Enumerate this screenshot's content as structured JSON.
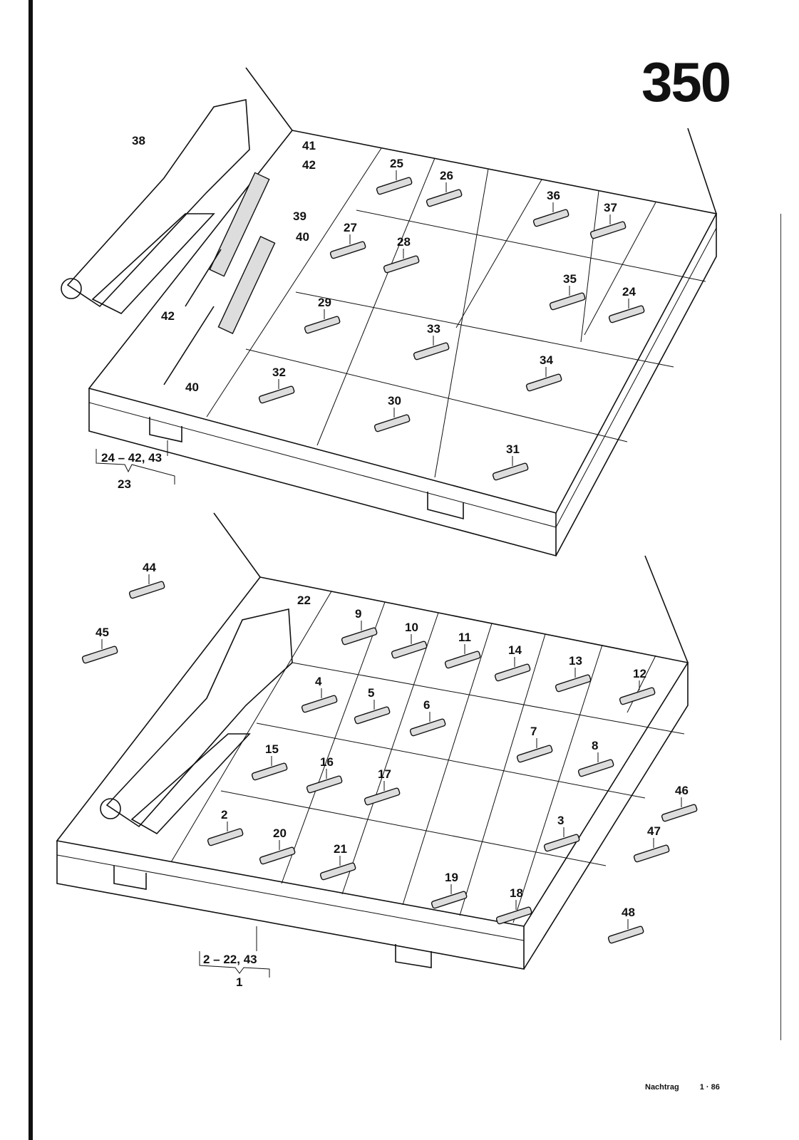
{
  "page_number": "350",
  "footer": {
    "note": "Nachtrag",
    "date": "1 · 86"
  },
  "top_tray": {
    "callouts": [
      "38",
      "41",
      "42",
      "25",
      "26",
      "36",
      "37",
      "39",
      "40",
      "27",
      "28",
      "35",
      "24",
      "29",
      "42",
      "33",
      "34",
      "32",
      "40",
      "30",
      "31"
    ],
    "range_label": "24 – 42, 43",
    "assembly_label": "23"
  },
  "bottom_tray": {
    "callouts": [
      "44",
      "22",
      "9",
      "45",
      "10",
      "11",
      "14",
      "13",
      "12",
      "4",
      "5",
      "6",
      "7",
      "8",
      "15",
      "16",
      "17",
      "46",
      "2",
      "3",
      "20",
      "21",
      "47",
      "19",
      "18",
      "48"
    ],
    "range_label": "2 – 22, 43",
    "assembly_label": "1"
  }
}
